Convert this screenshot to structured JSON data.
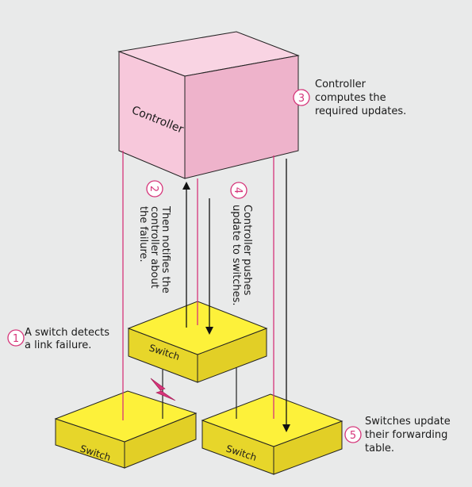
{
  "colors": {
    "background": "#e9eaea",
    "controller_front": "#f7c8db",
    "controller_top": "#f9d4e3",
    "controller_side": "#eeb3cb",
    "switch_top": "#fdf13a",
    "switch_side": "#e7d62a",
    "link_line": "#d6357a",
    "arrow": "#111111",
    "step_circle": "#d6357a"
  },
  "controller": {
    "label": "Controller"
  },
  "switches": [
    {
      "id": "top",
      "label": "Switch"
    },
    {
      "id": "bottom-left",
      "label": "Switch"
    },
    {
      "id": "bottom-right",
      "label": "Switch"
    }
  ],
  "steps": [
    {
      "number": "1",
      "lines": [
        "A switch detects",
        "a link failure."
      ]
    },
    {
      "number": "2",
      "lines": [
        "Then notifies the",
        "controller about",
        "the failure."
      ]
    },
    {
      "number": "3",
      "lines": [
        "Controller",
        "computes the",
        "required updates."
      ]
    },
    {
      "number": "4",
      "lines": [
        "Controller pushes",
        "update to switches."
      ]
    },
    {
      "number": "5",
      "lines": [
        "Switches update",
        "their forwarding",
        "table."
      ]
    }
  ],
  "icons": {
    "link_failure": "lightning-bolt-icon"
  }
}
